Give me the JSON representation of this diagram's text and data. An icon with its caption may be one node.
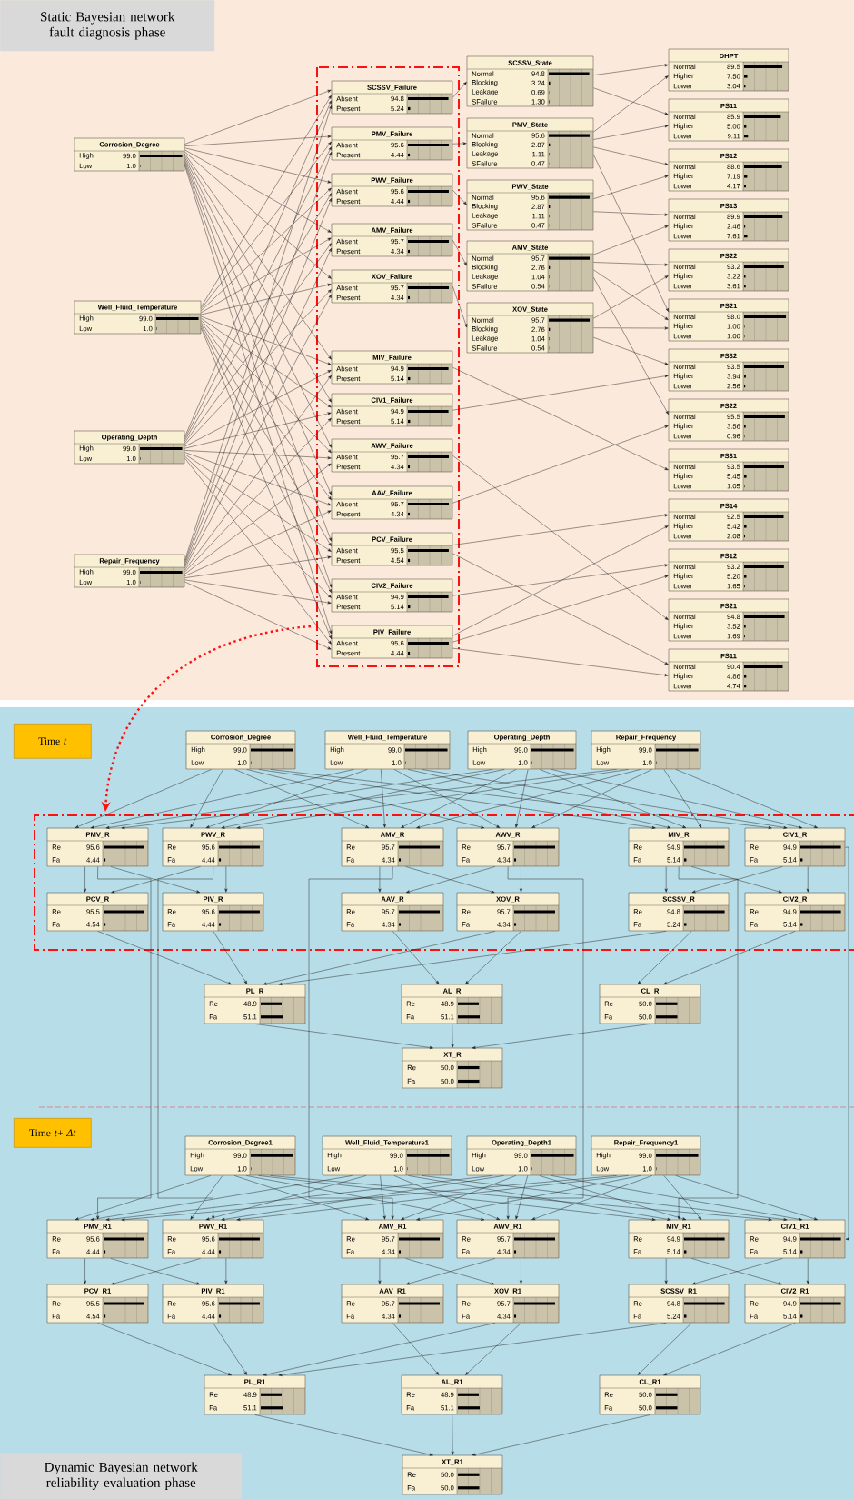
{
  "diagram": {
    "nodes": [
      {
        "text": [
          "Static Bayesian network fault diagnosis phase"
        ]
      },
      {
        "text": [
          "Corrosion_Degree",
          "High",
          "99.0",
          "Low",
          "1.0"
        ]
      },
      {
        "text": [
          "Well_Fluid_Temperature",
          "High",
          "99.0",
          "Low",
          "1.0"
        ]
      },
      {
        "text": [
          "Operating_Depth",
          "High",
          "99.0",
          "Low",
          "1.0"
        ]
      },
      {
        "text": [
          "Repair_Frequency",
          "High",
          "99.0",
          "Low",
          "1.0"
        ]
      },
      {
        "text": [
          "SCSSV_Failure",
          "Absent",
          "94.8",
          "Present",
          "5.24"
        ]
      },
      {
        "text": [
          "PMV_Failure",
          "Absent",
          "95.6",
          "Present",
          "4.44"
        ]
      },
      {
        "text": [
          "PWV_Failure",
          "Absent",
          "95.6",
          "Present",
          "4.44"
        ]
      },
      {
        "text": [
          "AMV_Failure",
          "Absent",
          "95.7",
          "Present",
          "4.34"
        ]
      },
      {
        "text": [
          "XOV_Failure",
          "Absent",
          "95.7",
          "Present",
          "4.34"
        ]
      },
      {
        "text": [
          "MIV_Failure",
          "Absent",
          "94.9",
          "Present",
          "5.14"
        ]
      },
      {
        "text": [
          "CIV1_Failure",
          "Absent",
          "94.9",
          "Present",
          "5.14"
        ]
      },
      {
        "text": [
          "AWV_Failure",
          "Absent",
          "95.7",
          "Present",
          "4.34"
        ]
      },
      {
        "text": [
          "AAV_Failure",
          "Absent",
          "95.7",
          "Present",
          "4.34"
        ]
      },
      {
        "text": [
          "PCV_Failure",
          "Absent",
          "95.5",
          "Present",
          "4.54"
        ]
      },
      {
        "text": [
          "CIV2_Failure",
          "Absent",
          "94.9",
          "Present",
          "5.14"
        ]
      },
      {
        "text": [
          "PIV_Failure",
          "Absent",
          "95.6",
          "Present",
          "4.44"
        ]
      },
      {
        "text": [
          "SCSSV_State",
          "Normal",
          "94.8",
          "Blocking",
          "3.24",
          "Leakage",
          "0.69",
          "SFailure",
          "1.30"
        ]
      },
      {
        "text": [
          "PMV_State",
          "Normal",
          "95.6",
          "Blocking",
          "2.87",
          "Leakage",
          "1.11",
          "SFailure",
          "0.47"
        ]
      },
      {
        "text": [
          "PWV_State",
          "Normal",
          "95.6",
          "Blocking",
          "2.87",
          "Leakage",
          "1.11",
          "SFailure",
          "0.47"
        ]
      },
      {
        "text": [
          "AMV_State",
          "Normal",
          "95.7",
          "Blocking",
          "2.76",
          "Leakage",
          "1.04",
          "SFailure",
          "0.54"
        ]
      },
      {
        "text": [
          "XOV_State",
          "Normal",
          "95.7",
          "Blocking",
          "2.76",
          "Leakage",
          "1.04",
          "SFailure",
          "0.54"
        ]
      },
      {
        "text": [
          "DHPT",
          "Normal",
          "89.5",
          "Higher",
          "7.50",
          "Lower",
          "3.04"
        ]
      },
      {
        "text": [
          "PS11",
          "Normal",
          "85.9",
          "Higher",
          "5.00",
          "Lower",
          "9.11"
        ]
      },
      {
        "text": [
          "PS12",
          "Normal",
          "88.6",
          "Higher",
          "7.19",
          "Lower",
          "4.17"
        ]
      },
      {
        "text": [
          "PS13",
          "Normal",
          "89.9",
          "Higher",
          "2.46",
          "Lower",
          "7.61"
        ]
      },
      {
        "text": [
          "PS22",
          "Normal",
          "93.2",
          "Higher",
          "3.22",
          "Lower",
          "3.61"
        ]
      },
      {
        "text": [
          "PS21",
          "Normal",
          "98.0",
          "Higher",
          "1.00",
          "Lower",
          "1.00"
        ]
      },
      {
        "text": [
          "FS32",
          "Normal",
          "93.5",
          "Higher",
          "3.94",
          "Lower",
          "2.56"
        ]
      },
      {
        "text": [
          "FS22",
          "Normal",
          "95.5",
          "Higher",
          "3.56",
          "Lower",
          "0.96"
        ]
      },
      {
        "text": [
          "FS31",
          "Normal",
          "93.5",
          "Higher",
          "5.45",
          "Lower",
          "1.05"
        ]
      },
      {
        "text": [
          "PS14",
          "Normal",
          "92.5",
          "Higher",
          "5.42",
          "Lower",
          "2.08"
        ]
      },
      {
        "text": [
          "FS12",
          "Normal",
          "93.2",
          "Higher",
          "5.20",
          "Lower",
          "1.65"
        ]
      },
      {
        "text": [
          "FS21",
          "Normal",
          "94.8",
          "Higher",
          "3.52",
          "Lower",
          "1.69"
        ]
      },
      {
        "text": [
          "FS11",
          "Normal",
          "90.4",
          "Higher",
          "4.86",
          "Lower",
          "4.74"
        ]
      },
      {
        "text": [
          "Time *t*"
        ]
      },
      {
        "text": [
          "Corrosion_Degree",
          "High",
          "99.0",
          "Low",
          "1.0"
        ]
      },
      {
        "text": [
          "Well_Fluid_Temperature",
          "High",
          "99.0",
          "Low",
          "1.0"
        ]
      },
      {
        "text": [
          "Operating_Depth",
          "High",
          "99.0",
          "Low",
          "1.0"
        ]
      },
      {
        "text": [
          "Repair_Frequency",
          "High",
          "99.0",
          "Low",
          "1.0"
        ]
      },
      {
        "text": [
          "PMV_R",
          "Re",
          "95.6",
          "Fa",
          "4.44"
        ]
      },
      {
        "text": [
          "PWV_R",
          "Re",
          "95.6",
          "Fa",
          "4.44"
        ]
      },
      {
        "text": [
          "AMV_R",
          "Re",
          "95.7",
          "Fa",
          "4.34"
        ]
      },
      {
        "text": [
          "AWV_R",
          "Re",
          "95.7",
          "Fa",
          "4.34"
        ]
      },
      {
        "text": [
          "MIV_R",
          "Re",
          "94.9",
          "Fa",
          "5.14"
        ]
      },
      {
        "text": [
          "CIV1_R",
          "Re",
          "94.9",
          "Fa",
          "5.14"
        ]
      },
      {
        "text": [
          "PCV_R",
          "Re",
          "95.5",
          "Fa",
          "4.54"
        ]
      },
      {
        "text": [
          "PIV_R",
          "Re",
          "95.6",
          "Fa",
          "4.44"
        ]
      },
      {
        "text": [
          "AAV_R",
          "Re",
          "95.7",
          "Fa",
          "4.34"
        ]
      },
      {
        "text": [
          "XOV_R",
          "Re",
          "95.7",
          "Fa",
          "4.34"
        ]
      },
      {
        "text": [
          "SCSSV_R",
          "Re",
          "94.8",
          "Fa",
          "5.24"
        ]
      },
      {
        "text": [
          "CIV2_R",
          "Re",
          "94.9",
          "Fa",
          "5.14"
        ]
      },
      {
        "text": [
          "PL_R",
          "Re",
          "48.9",
          "Fa",
          "51.1"
        ]
      },
      {
        "text": [
          "AL_R",
          "Re",
          "48.9",
          "Fa",
          "51.1"
        ]
      },
      {
        "text": [
          "CL_R",
          "Re",
          "50.0",
          "Fa",
          "50.0"
        ]
      },
      {
        "text": [
          "XT_R",
          "Re",
          "50.0",
          "Fa",
          "50.0"
        ]
      },
      {
        "text": [
          "Time *t*+ *Δt*"
        ]
      },
      {
        "text": [
          "Corrosion_Degree1",
          "High",
          "99.0",
          "Low",
          "1.0"
        ]
      },
      {
        "text": [
          "Well_Fluid_Temperature1",
          "High",
          "99.0",
          "Low",
          "1.0"
        ]
      },
      {
        "text": [
          "Operating_Depth1",
          "High",
          "99.0",
          "Low",
          "1.0"
        ]
      },
      {
        "text": [
          "Repair_Frequency1",
          "High",
          "99.0",
          "Low",
          "1.0"
        ]
      },
      {
        "text": [
          "PMV_R1",
          "Re",
          "95.6",
          "Fa",
          "4.44"
        ]
      },
      {
        "text": [
          "PWV_R1",
          "Re",
          "95.6",
          "Fa",
          "4.44"
        ]
      },
      {
        "text": [
          "AMV_R1",
          "Re",
          "95.7",
          "Fa",
          "4.34"
        ]
      },
      {
        "text": [
          "AWV_R1",
          "Re",
          "95.7",
          "Fa",
          "4.34"
        ]
      },
      {
        "text": [
          "MIV_R1",
          "Re",
          "94.9",
          "Fa",
          "5.14"
        ]
      },
      {
        "text": [
          "CIV1_R1",
          "Re",
          "94.9",
          "Fa",
          "5.14"
        ]
      },
      {
        "text": [
          "PCV_R1",
          "Re",
          "95.5",
          "Fa",
          "4.54"
        ]
      },
      {
        "text": [
          "PIV_R1",
          "Re",
          "95.6",
          "Fa",
          "4.44"
        ]
      },
      {
        "text": [
          "AAV_R1",
          "Re",
          "95.7",
          "Fa",
          "4.34"
        ]
      },
      {
        "text": [
          "XOV_R1",
          "Re",
          "95.7",
          "Fa",
          "4.34"
        ]
      },
      {
        "text": [
          "SCSSV_R1",
          "Re",
          "94.8",
          "Fa",
          "5.24"
        ]
      },
      {
        "text": [
          "CIV2_R1",
          "Re",
          "94.9",
          "Fa",
          "5.14"
        ]
      },
      {
        "text": [
          "PL_R1",
          "Re",
          "48.9",
          "Fa",
          "51.1"
        ]
      },
      {
        "text": [
          "AL_R1",
          "Re",
          "48.9",
          "Fa",
          "51.1"
        ]
      },
      {
        "text": [
          "CL_R1",
          "Re",
          "50.0",
          "Fa",
          "50.0"
        ]
      },
      {
        "text": [
          "XT_R1",
          "Re",
          "50.0",
          "Fa",
          "50.0"
        ]
      },
      {
        "text": [
          "Dynamic Bayesian network reliability evaluation phase"
        ]
      }
    ],
    "edges": [
      {
        "from": 1,
        "to": 5,
        "arrow": "to"
      },
      {
        "from": 1,
        "to": 6,
        "arrow": "to"
      },
      {
        "from": 1,
        "to": 7,
        "arrow": "to"
      },
      {
        "from": 1,
        "to": 8,
        "arrow": "to"
      },
      {
        "from": 1,
        "to": 9,
        "arrow": "to"
      },
      {
        "from": 1,
        "to": 10,
        "arrow": "to"
      },
      {
        "from": 1,
        "to": 11,
        "arrow": "to"
      },
      {
        "from": 1,
        "to": 12,
        "arrow": "to"
      },
      {
        "from": 1,
        "to": 13,
        "arrow": "to"
      },
      {
        "from": 1,
        "to": 14,
        "arrow": "to"
      },
      {
        "from": 1,
        "to": 15,
        "arrow": "to"
      },
      {
        "from": 1,
        "to": 16,
        "arrow": "to"
      },
      {
        "from": 2,
        "to": 5,
        "arrow": "to"
      },
      {
        "from": 2,
        "to": 6,
        "arrow": "to"
      },
      {
        "from": 2,
        "to": 7,
        "arrow": "to"
      },
      {
        "from": 2,
        "to": 8,
        "arrow": "to"
      },
      {
        "from": 2,
        "to": 9,
        "arrow": "to"
      },
      {
        "from": 2,
        "to": 10,
        "arrow": "to"
      },
      {
        "from": 2,
        "to": 11,
        "arrow": "to"
      },
      {
        "from": 2,
        "to": 12,
        "arrow": "to"
      },
      {
        "from": 2,
        "to": 13,
        "arrow": "to"
      },
      {
        "from": 2,
        "to": 14,
        "arrow": "to"
      },
      {
        "from": 2,
        "to": 15,
        "arrow": "to"
      },
      {
        "from": 2,
        "to": 16,
        "arrow": "to"
      },
      {
        "from": 3,
        "to": 5,
        "arrow": "to"
      },
      {
        "from": 3,
        "to": 6,
        "arrow": "to"
      },
      {
        "from": 3,
        "to": 7,
        "arrow": "to"
      },
      {
        "from": 3,
        "to": 8,
        "arrow": "to"
      },
      {
        "from": 3,
        "to": 9,
        "arrow": "to"
      },
      {
        "from": 3,
        "to": 10,
        "arrow": "to"
      },
      {
        "from": 3,
        "to": 11,
        "arrow": "to"
      },
      {
        "from": 3,
        "to": 12,
        "arrow": "to"
      },
      {
        "from": 3,
        "to": 13,
        "arrow": "to"
      },
      {
        "from": 3,
        "to": 14,
        "arrow": "to"
      },
      {
        "from": 3,
        "to": 15,
        "arrow": "to"
      },
      {
        "from": 3,
        "to": 16,
        "arrow": "to"
      },
      {
        "from": 4,
        "to": 5,
        "arrow": "to"
      },
      {
        "from": 4,
        "to": 6,
        "arrow": "to"
      },
      {
        "from": 4,
        "to": 7,
        "arrow": "to"
      },
      {
        "from": 4,
        "to": 8,
        "arrow": "to"
      },
      {
        "from": 4,
        "to": 9,
        "arrow": "to"
      },
      {
        "from": 4,
        "to": 10,
        "arrow": "to"
      },
      {
        "from": 4,
        "to": 11,
        "arrow": "to"
      },
      {
        "from": 4,
        "to": 12,
        "arrow": "to"
      },
      {
        "from": 4,
        "to": 13,
        "arrow": "to"
      },
      {
        "from": 4,
        "to": 14,
        "arrow": "to"
      },
      {
        "from": 4,
        "to": 15,
        "arrow": "to"
      },
      {
        "from": 4,
        "to": 16,
        "arrow": "to"
      },
      {
        "from": 5,
        "to": 17,
        "arrow": "to"
      },
      {
        "from": 6,
        "to": 18,
        "arrow": "to"
      },
      {
        "from": 7,
        "to": 19,
        "arrow": "to"
      },
      {
        "from": 8,
        "to": 20,
        "arrow": "to"
      },
      {
        "from": 9,
        "to": 21,
        "arrow": "to"
      },
      {
        "from": 17,
        "to": 22,
        "arrow": "to"
      },
      {
        "from": 17,
        "to": 23,
        "arrow": "to"
      },
      {
        "from": 18,
        "to": 22,
        "arrow": "to"
      },
      {
        "from": 18,
        "to": 23,
        "arrow": "to"
      },
      {
        "from": 18,
        "to": 24,
        "arrow": "to"
      },
      {
        "from": 18,
        "to": 27,
        "arrow": "to"
      },
      {
        "from": 19,
        "to": 24,
        "arrow": "to"
      },
      {
        "from": 19,
        "to": 25,
        "arrow": "to"
      },
      {
        "from": 20,
        "to": 25,
        "arrow": "to"
      },
      {
        "from": 20,
        "to": 26,
        "arrow": "to"
      },
      {
        "from": 20,
        "to": 27,
        "arrow": "to"
      },
      {
        "from": 20,
        "to": 29,
        "arrow": "to"
      },
      {
        "from": 21,
        "to": 26,
        "arrow": "to"
      },
      {
        "from": 21,
        "to": 27,
        "arrow": "to"
      },
      {
        "from": 21,
        "to": 28,
        "arrow": "to"
      },
      {
        "from": 10,
        "to": 30,
        "arrow": "to"
      },
      {
        "from": 11,
        "to": 28,
        "arrow": "to"
      },
      {
        "from": 12,
        "to": 33,
        "arrow": "to"
      },
      {
        "from": 13,
        "to": 29,
        "arrow": "to"
      },
      {
        "from": 14,
        "to": 31,
        "arrow": "to"
      },
      {
        "from": 14,
        "to": 34,
        "arrow": "to"
      },
      {
        "from": 15,
        "to": 32,
        "arrow": "to"
      },
      {
        "from": 16,
        "to": 31,
        "arrow": "to"
      },
      {
        "from": 16,
        "to": 32,
        "arrow": "to"
      },
      {
        "from": 16,
        "to": 34,
        "arrow": "to"
      },
      {
        "from": 36,
        "to": 40,
        "arrow": "to"
      },
      {
        "from": 36,
        "to": 41,
        "arrow": "to"
      },
      {
        "from": 36,
        "to": 42,
        "arrow": "to"
      },
      {
        "from": 36,
        "to": 43,
        "arrow": "to"
      },
      {
        "from": 36,
        "to": 44,
        "arrow": "to"
      },
      {
        "from": 36,
        "to": 45,
        "arrow": "to"
      },
      {
        "from": 37,
        "to": 40,
        "arrow": "to"
      },
      {
        "from": 37,
        "to": 41,
        "arrow": "to"
      },
      {
        "from": 37,
        "to": 42,
        "arrow": "to"
      },
      {
        "from": 37,
        "to": 43,
        "arrow": "to"
      },
      {
        "from": 37,
        "to": 44,
        "arrow": "to"
      },
      {
        "from": 37,
        "to": 45,
        "arrow": "to"
      },
      {
        "from": 38,
        "to": 40,
        "arrow": "to"
      },
      {
        "from": 38,
        "to": 41,
        "arrow": "to"
      },
      {
        "from": 38,
        "to": 42,
        "arrow": "to"
      },
      {
        "from": 38,
        "to": 43,
        "arrow": "to"
      },
      {
        "from": 38,
        "to": 44,
        "arrow": "to"
      },
      {
        "from": 38,
        "to": 45,
        "arrow": "to"
      },
      {
        "from": 39,
        "to": 40,
        "arrow": "to"
      },
      {
        "from": 39,
        "to": 41,
        "arrow": "to"
      },
      {
        "from": 39,
        "to": 42,
        "arrow": "to"
      },
      {
        "from": 39,
        "to": 43,
        "arrow": "to"
      },
      {
        "from": 39,
        "to": 44,
        "arrow": "to"
      },
      {
        "from": 39,
        "to": 45,
        "arrow": "to"
      },
      {
        "from": 40,
        "to": 46,
        "arrow": "to"
      },
      {
        "from": 40,
        "to": 47,
        "arrow": "to"
      },
      {
        "from": 41,
        "to": 46,
        "arrow": "to"
      },
      {
        "from": 41,
        "to": 47,
        "arrow": "to"
      },
      {
        "from": 42,
        "to": 48,
        "arrow": "to"
      },
      {
        "from": 42,
        "to": 49,
        "arrow": "to"
      },
      {
        "from": 43,
        "to": 48,
        "arrow": "to"
      },
      {
        "from": 43,
        "to": 49,
        "arrow": "to"
      },
      {
        "from": 44,
        "to": 50,
        "arrow": "to"
      },
      {
        "from": 44,
        "to": 51,
        "arrow": "to"
      },
      {
        "from": 45,
        "to": 50,
        "arrow": "to"
      },
      {
        "from": 45,
        "to": 51,
        "arrow": "to"
      },
      {
        "from": 46,
        "to": 52,
        "arrow": "to"
      },
      {
        "from": 47,
        "to": 52,
        "arrow": "to"
      },
      {
        "from": 49,
        "to": 52,
        "arrow": "to"
      },
      {
        "from": 50,
        "to": 52,
        "arrow": "to"
      },
      {
        "from": 48,
        "to": 53,
        "arrow": "to"
      },
      {
        "from": 49,
        "to": 53,
        "arrow": "to"
      },
      {
        "from": 50,
        "to": 54,
        "arrow": "to"
      },
      {
        "from": 51,
        "to": 54,
        "arrow": "to"
      },
      {
        "from": 52,
        "to": 55,
        "arrow": "to"
      },
      {
        "from": 53,
        "to": 55,
        "arrow": "to"
      },
      {
        "from": 54,
        "to": 55,
        "arrow": "to"
      },
      {
        "from": 57,
        "to": 61,
        "arrow": "to"
      },
      {
        "from": 57,
        "to": 62,
        "arrow": "to"
      },
      {
        "from": 57,
        "to": 63,
        "arrow": "to"
      },
      {
        "from": 57,
        "to": 64,
        "arrow": "to"
      },
      {
        "from": 57,
        "to": 65,
        "arrow": "to"
      },
      {
        "from": 57,
        "to": 66,
        "arrow": "to"
      },
      {
        "from": 58,
        "to": 61,
        "arrow": "to"
      },
      {
        "from": 58,
        "to": 62,
        "arrow": "to"
      },
      {
        "from": 58,
        "to": 63,
        "arrow": "to"
      },
      {
        "from": 58,
        "to": 64,
        "arrow": "to"
      },
      {
        "from": 58,
        "to": 65,
        "arrow": "to"
      },
      {
        "from": 58,
        "to": 66,
        "arrow": "to"
      },
      {
        "from": 59,
        "to": 61,
        "arrow": "to"
      },
      {
        "from": 59,
        "to": 62,
        "arrow": "to"
      },
      {
        "from": 59,
        "to": 63,
        "arrow": "to"
      },
      {
        "from": 59,
        "to": 64,
        "arrow": "to"
      },
      {
        "from": 59,
        "to": 65,
        "arrow": "to"
      },
      {
        "from": 59,
        "to": 66,
        "arrow": "to"
      },
      {
        "from": 60,
        "to": 61,
        "arrow": "to"
      },
      {
        "from": 60,
        "to": 62,
        "arrow": "to"
      },
      {
        "from": 60,
        "to": 63,
        "arrow": "to"
      },
      {
        "from": 60,
        "to": 64,
        "arrow": "to"
      },
      {
        "from": 60,
        "to": 65,
        "arrow": "to"
      },
      {
        "from": 60,
        "to": 66,
        "arrow": "to"
      },
      {
        "from": 61,
        "to": 67,
        "arrow": "to"
      },
      {
        "from": 61,
        "to": 68,
        "arrow": "to"
      },
      {
        "from": 62,
        "to": 67,
        "arrow": "to"
      },
      {
        "from": 62,
        "to": 68,
        "arrow": "to"
      },
      {
        "from": 63,
        "to": 69,
        "arrow": "to"
      },
      {
        "from": 63,
        "to": 70,
        "arrow": "to"
      },
      {
        "from": 64,
        "to": 69,
        "arrow": "to"
      },
      {
        "from": 64,
        "to": 70,
        "arrow": "to"
      },
      {
        "from": 65,
        "to": 71,
        "arrow": "to"
      },
      {
        "from": 65,
        "to": 72,
        "arrow": "to"
      },
      {
        "from": 66,
        "to": 71,
        "arrow": "to"
      },
      {
        "from": 66,
        "to": 72,
        "arrow": "to"
      },
      {
        "from": 67,
        "to": 73,
        "arrow": "to"
      },
      {
        "from": 68,
        "to": 73,
        "arrow": "to"
      },
      {
        "from": 70,
        "to": 73,
        "arrow": "to"
      },
      {
        "from": 71,
        "to": 73,
        "arrow": "to"
      },
      {
        "from": 69,
        "to": 74,
        "arrow": "to"
      },
      {
        "from": 70,
        "to": 74,
        "arrow": "to"
      },
      {
        "from": 71,
        "to": 75,
        "arrow": "to"
      },
      {
        "from": 72,
        "to": 75,
        "arrow": "to"
      },
      {
        "from": 73,
        "to": 76,
        "arrow": "to"
      },
      {
        "from": 74,
        "to": 76,
        "arrow": "to"
      },
      {
        "from": 75,
        "to": 76,
        "arrow": "to"
      },
      {
        "from": 40,
        "to": 61,
        "arrow": "to"
      },
      {
        "from": 41,
        "to": 62,
        "arrow": "to"
      },
      {
        "from": 42,
        "to": 63,
        "arrow": "to"
      },
      {
        "from": 43,
        "to": 64,
        "arrow": "to"
      },
      {
        "from": 44,
        "to": 65,
        "arrow": "to"
      },
      {
        "from": 45,
        "to": 66,
        "arrow": "to"
      }
    ]
  }
}
